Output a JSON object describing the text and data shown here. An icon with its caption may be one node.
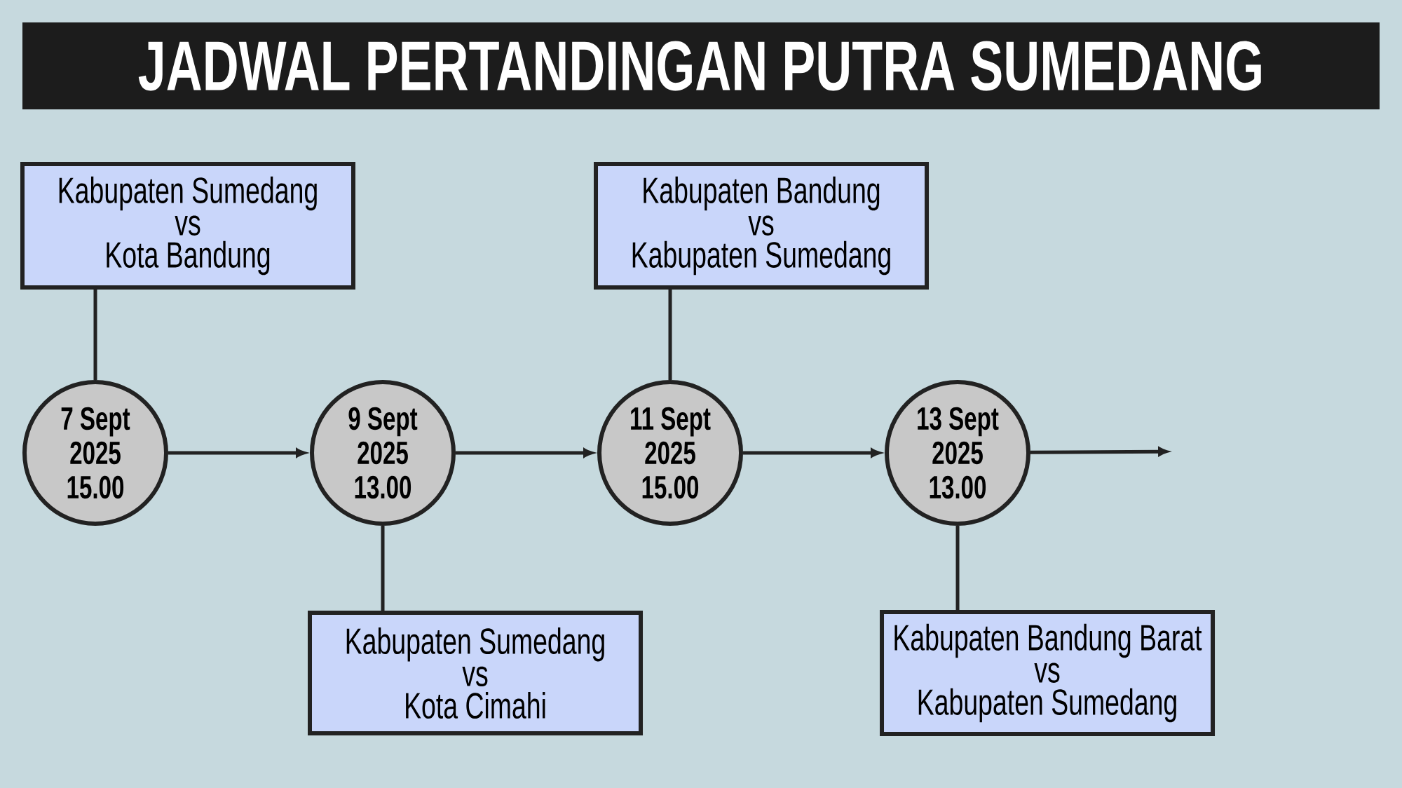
{
  "diagram": {
    "title": "JADWAL PERTANDINGAN PUTRA SUMEDANG",
    "nodes": [
      {
        "text": [
          "Kabupaten Sumedang",
          "vs",
          "Kota Bandung"
        ]
      },
      {
        "text": [
          "Kabupaten Bandung",
          "vs",
          "Kabupaten Sumedang"
        ]
      },
      {
        "text": [
          "7 Sept",
          "2025",
          "15.00"
        ]
      },
      {
        "text": [
          "9 Sept",
          "2025",
          "13.00"
        ]
      },
      {
        "text": [
          "11 Sept",
          "2025",
          "15.00"
        ]
      },
      {
        "text": [
          "13 Sept",
          "2025",
          "13.00"
        ]
      },
      {
        "text": [
          "Kabupaten Sumedang",
          "vs",
          "Kota Cimahi"
        ]
      },
      {
        "text": [
          "Kabupaten Bandung Barat",
          "vs",
          "Kabupaten Sumedang"
        ]
      }
    ],
    "edges": [
      {
        "from": 2,
        "to": 3,
        "arrow": "to"
      },
      {
        "from": 3,
        "to": 4,
        "arrow": "to"
      },
      {
        "from": 4,
        "to": 5,
        "arrow": "to"
      },
      {
        "from": 5,
        "to": null,
        "arrow": "to"
      },
      {
        "from": 0,
        "to": 2,
        "arrow": "none"
      },
      {
        "from": 1,
        "to": 4,
        "arrow": "none"
      },
      {
        "from": 3,
        "to": 6,
        "arrow": "none"
      },
      {
        "from": 5,
        "to": 7,
        "arrow": "none"
      }
    ]
  }
}
